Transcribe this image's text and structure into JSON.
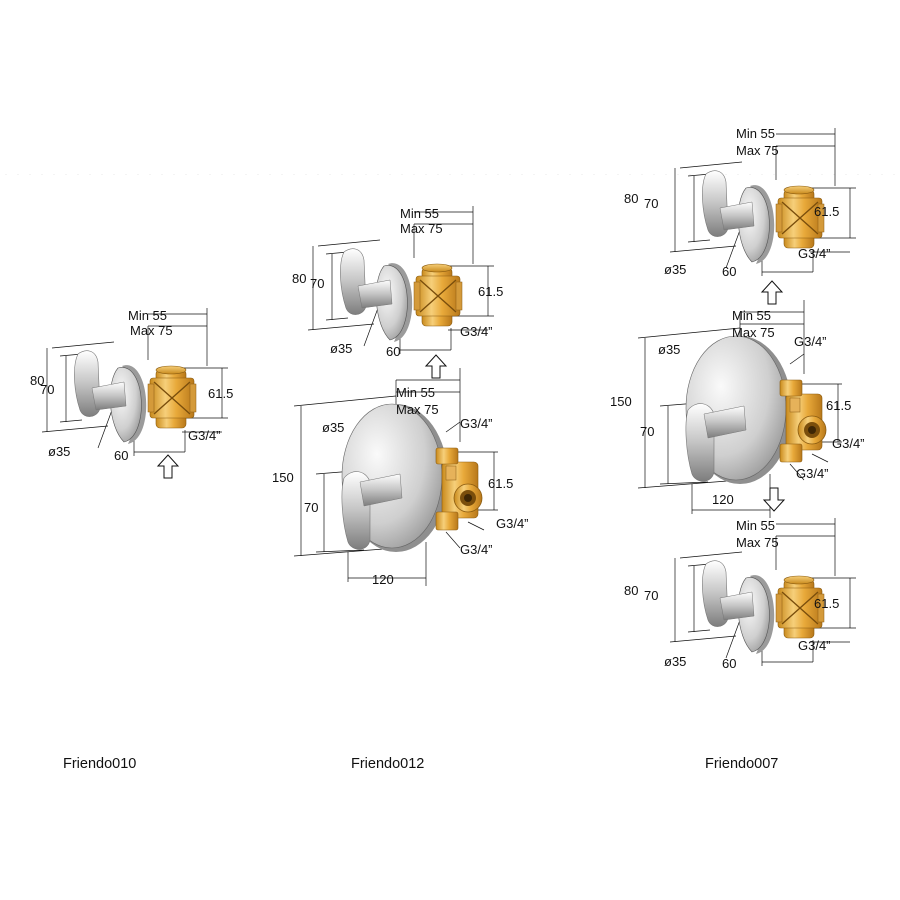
{
  "products": [
    {
      "caption": "Friendo010"
    },
    {
      "caption": "Friendo012"
    },
    {
      "caption": "Friendo007"
    }
  ],
  "labels": {
    "min": "Min 55",
    "max": "Max 75",
    "h80": "80",
    "h70": "70",
    "d35": "ø35",
    "w60": "60",
    "h61": "61.5",
    "g34": "G3/4”",
    "h150": "150",
    "w120": "120"
  },
  "colors": {
    "brass_light": "#f2c66a",
    "brass_dark": "#c98a1c",
    "chrome_light": "#f6f6f6",
    "chrome_dark": "#8c8c8c",
    "line": "#111111"
  }
}
